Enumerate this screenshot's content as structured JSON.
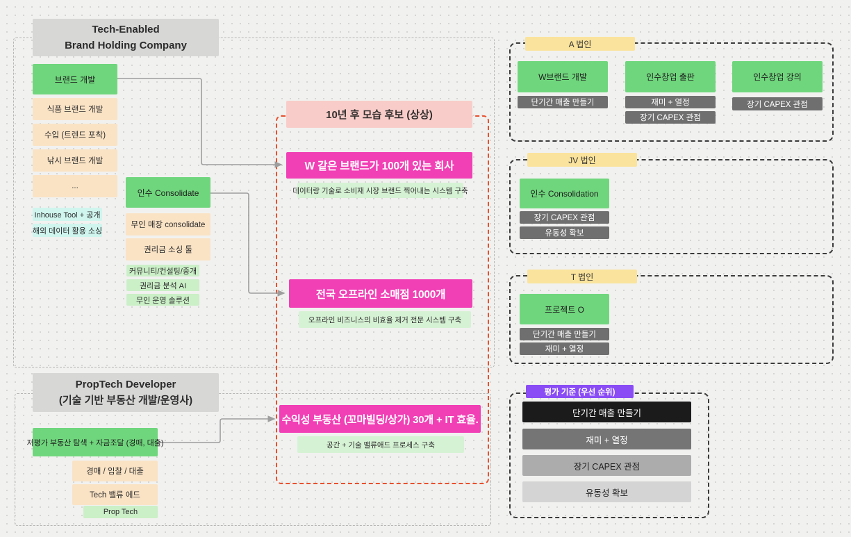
{
  "left_top": {
    "title_line1": "Tech-Enabled",
    "title_line2": "Brand Holding Company",
    "brand_dev": "브랜드 개발",
    "brand_items": [
      "식품 브랜드 개발",
      "수입 (트렌드 포착)",
      "낚시 브랜드 개발",
      "..."
    ],
    "tools": [
      "Inhouse Tool + 공개",
      "해외 데이터 활용 소싱"
    ],
    "acq": "인수 Consolidate",
    "acq_items": [
      "무인 매장 consolidate",
      "권리금 소싱 툴"
    ],
    "acq_tools": [
      "커뮤니티/컨설팅/중개",
      "권리금 분석 AI",
      "무인 운영 솔루션"
    ]
  },
  "left_bottom": {
    "title_line1": "PropTech Developer",
    "title_line2": "(기술 기반 부동산 개발/운영사)",
    "main": "저평가 부동산 탐색 + 자금조달 (경매, 대출)",
    "items": [
      "경매 / 입찰 / 대출",
      "Tech 밸류 에드"
    ],
    "tool": "Prop Tech"
  },
  "center": {
    "title": "10년 후 모습 후보 (상상)",
    "goals": [
      {
        "label": "W 같은 브랜드가 100개 있는 회사",
        "sub": "데이터랑 기술로 소비재 시장 브랜드 찍어내는 시스템 구축"
      },
      {
        "label": "전국 오프라인 소매점 1000개",
        "sub": "오프라인 비즈니스의 비효율 제거 전문 시스템 구축"
      },
      {
        "label": "수익성 부동산 (꼬마빌딩/상가) 30개 + IT 효율.",
        "sub": "공간 + 기술 밸류애드 프로세스 구축"
      }
    ]
  },
  "entities": [
    {
      "name": "A 법인",
      "columns": [
        {
          "main": "W브랜드 개발",
          "tags": [
            "단기간 매출 만들기"
          ]
        },
        {
          "main": "인수창업 출판",
          "tags": [
            "재미 + 열정",
            "장기 CAPEX 관점"
          ]
        },
        {
          "main": "인수창업 강의",
          "tags": [
            "장기 CAPEX 관점"
          ]
        }
      ]
    },
    {
      "name": "JV 법인",
      "columns": [
        {
          "main": "인수 Consolidation",
          "tags": [
            "장기 CAPEX 관점",
            "유동성 확보"
          ]
        }
      ]
    },
    {
      "name": "T 법인",
      "columns": [
        {
          "main": "프로젝트 O",
          "tags": [
            "단기간 매출 만들기",
            "재미 + 열정"
          ]
        }
      ]
    }
  ],
  "criteria": {
    "title": "평가 기준 (우선 순위)",
    "items": [
      {
        "label": "단기간 매출 만들기",
        "bg": "#1b1b1b"
      },
      {
        "label": "재미 + 열정",
        "bg": "#757575"
      },
      {
        "label": "장기 CAPEX 관점",
        "bg": "#acacac"
      },
      {
        "label": "유동성 확보",
        "bg": "#d4d4d4"
      }
    ]
  },
  "colors": {
    "background": "#f1f1f0",
    "green": "#70d67d",
    "peach": "#fae3c5",
    "cyan": "#cff5ee",
    "light_green": "#cbefc7",
    "pink": "#f8cdc9",
    "magenta": "#f13fb5",
    "yellow": "#fae39c",
    "purple": "#8a4df5",
    "dark_tag": "#6f6f6f",
    "red_dash": "#e8502d",
    "connector": "#9e9e9e"
  }
}
